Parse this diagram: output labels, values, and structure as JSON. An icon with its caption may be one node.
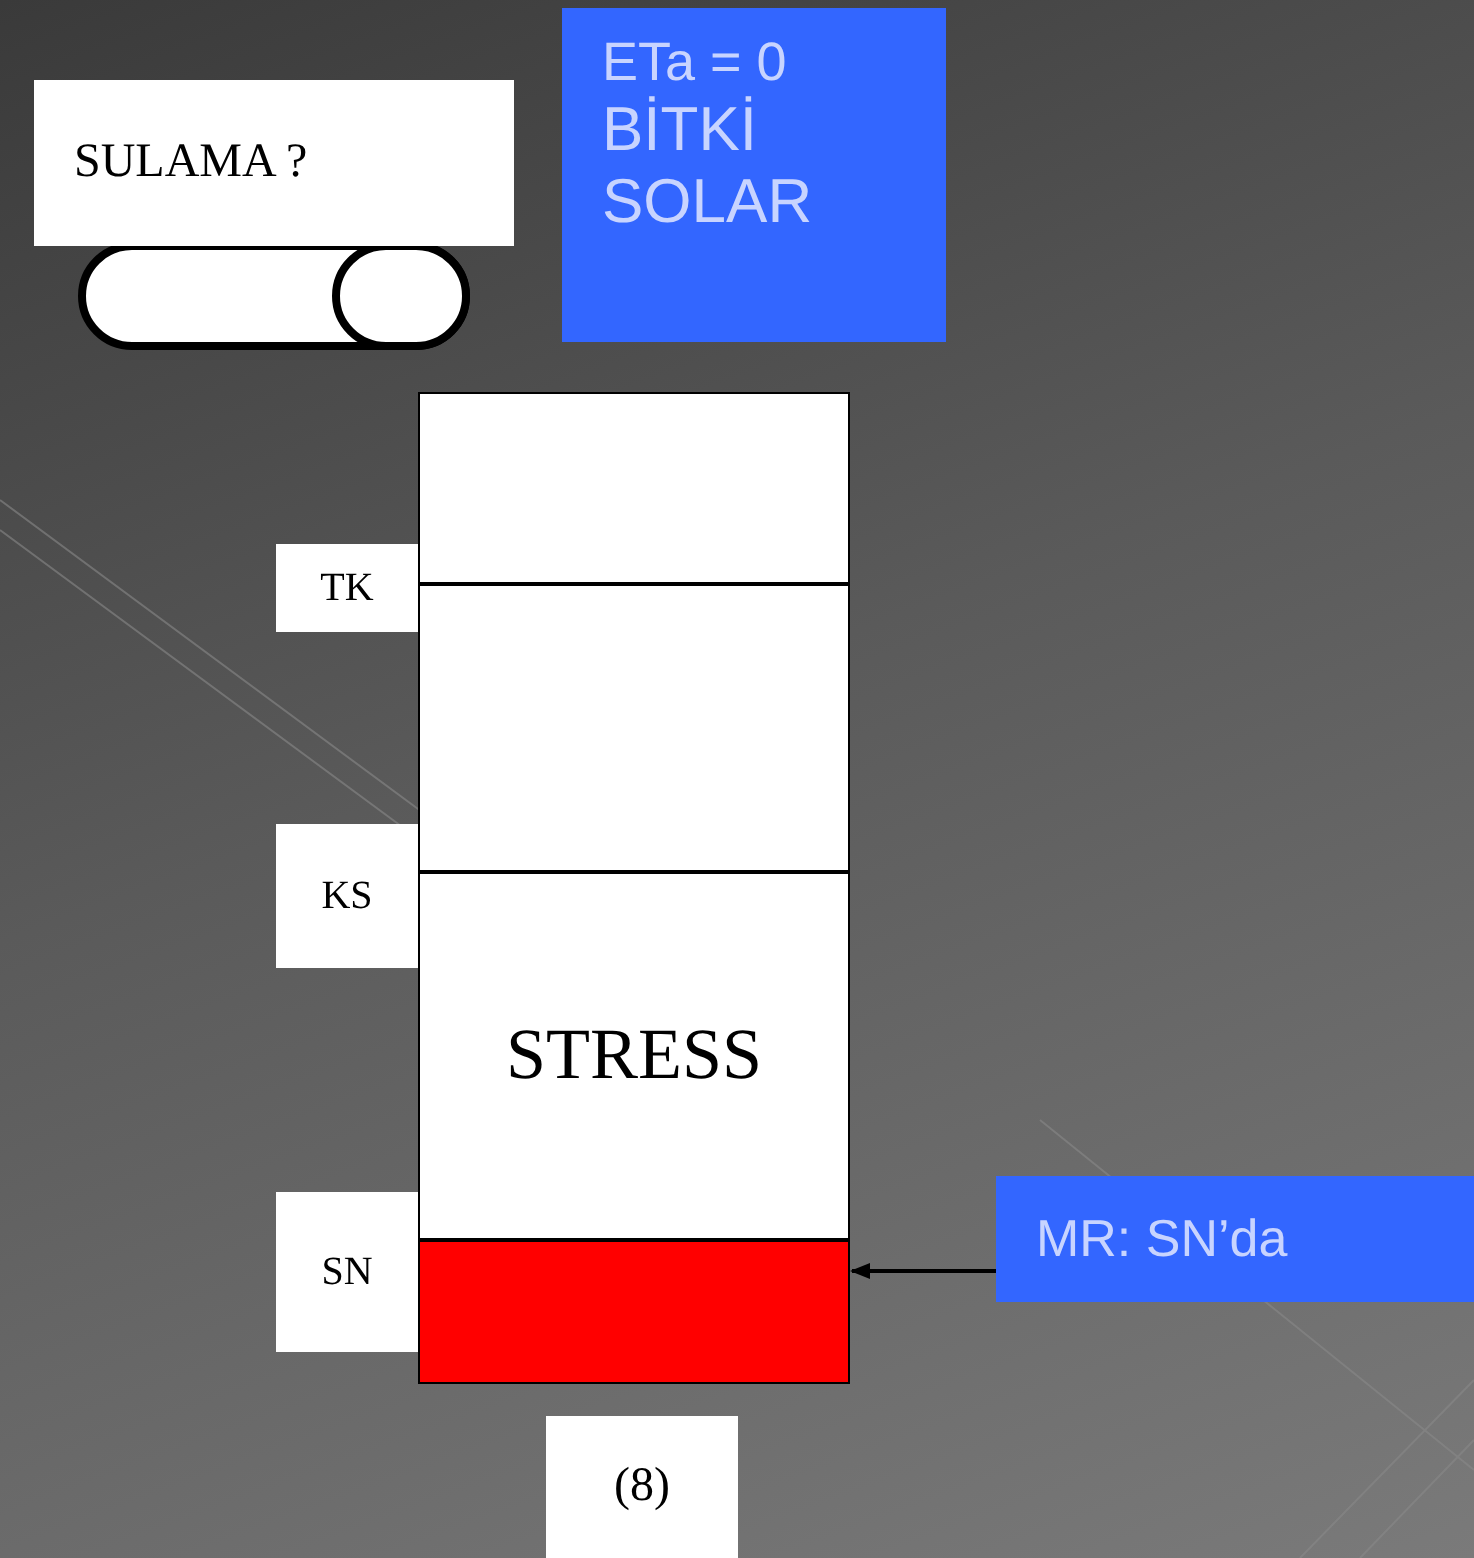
{
  "diagram": {
    "nodes": [
      {
        "text": [
          "SULAMA ?"
        ]
      },
      {
        "text": [
          "ETa = 0",
          "BİTKİ",
          "SOLAR"
        ]
      },
      {
        "text": [],
        "shape": "box"
      },
      {
        "text": [
          "TK"
        ]
      },
      {
        "text": [],
        "shape": "box"
      },
      {
        "text": [
          "KS"
        ]
      },
      {
        "text": [
          "STRESS"
        ]
      },
      {
        "text": [
          "SN"
        ]
      },
      {
        "text": [],
        "shape": "box"
      },
      {
        "text": [
          "MR: SN’da"
        ]
      },
      {
        "text": [
          "(8)"
        ]
      }
    ],
    "edges": [
      {
        "from": 9,
        "to": 8,
        "arrow": "to"
      }
    ]
  }
}
